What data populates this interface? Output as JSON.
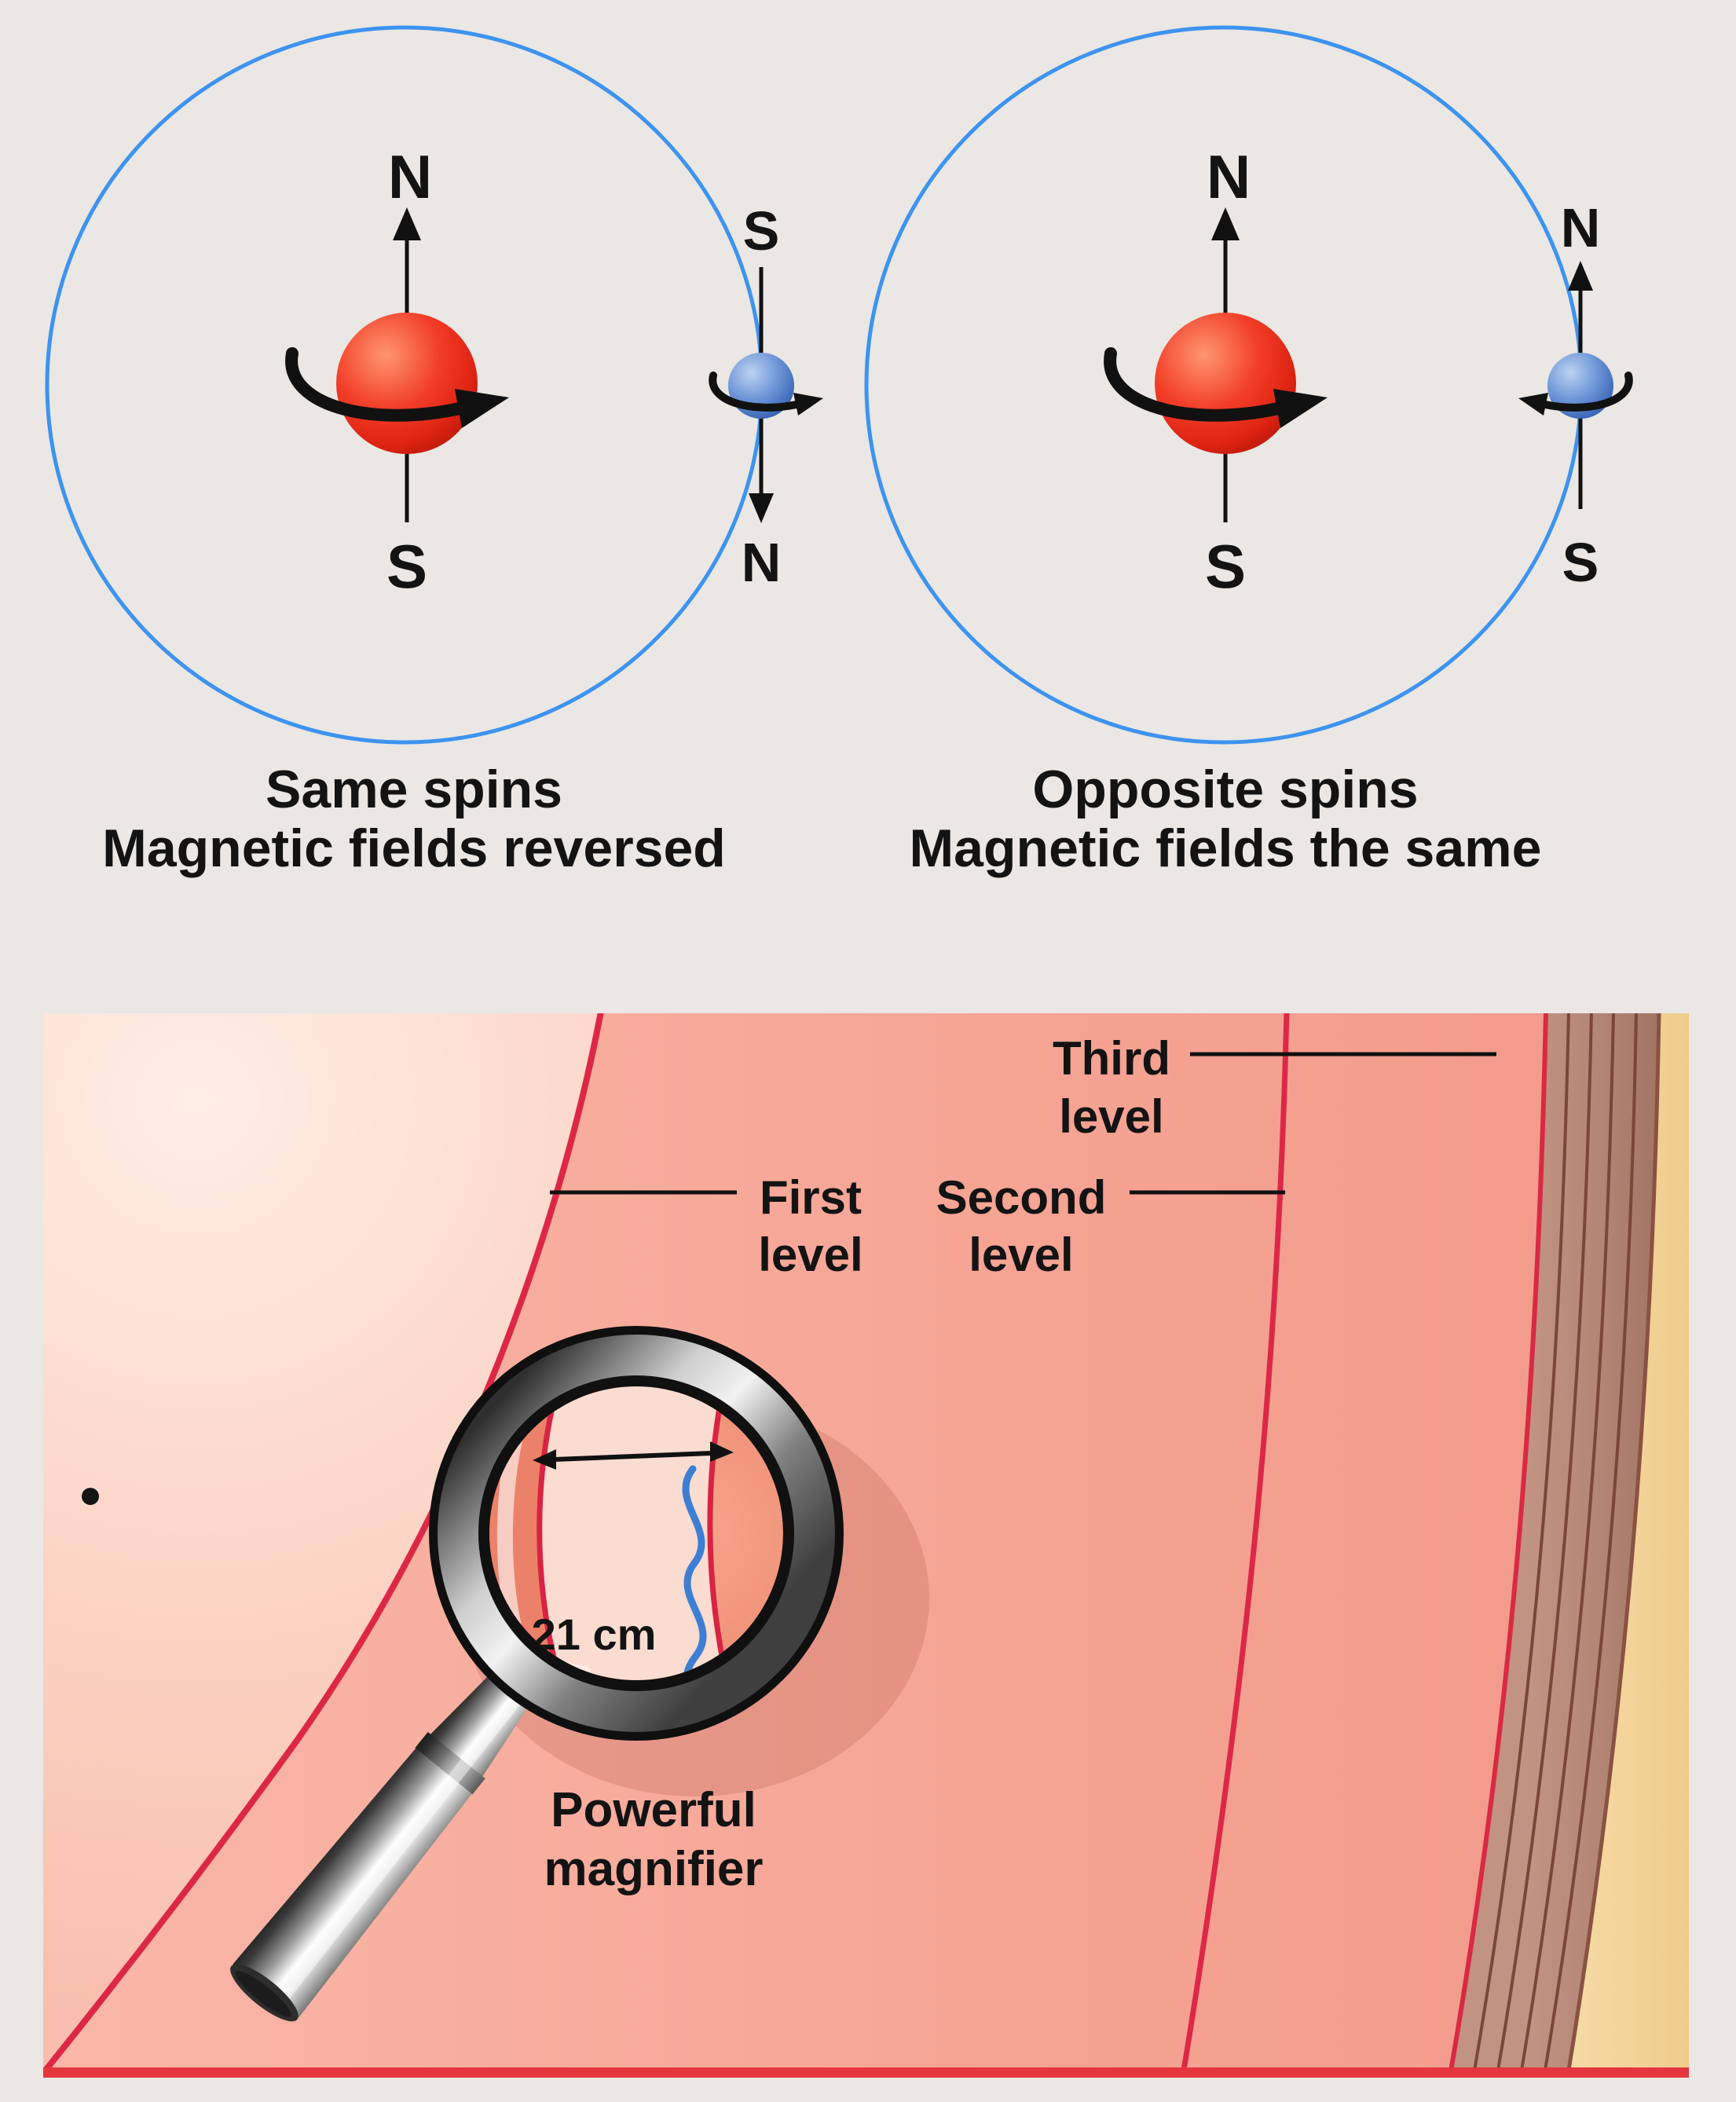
{
  "figure": {
    "atoms": {
      "left": {
        "proton_pole_top": "N",
        "proton_pole_bottom": "S",
        "electron_pole_top": "S",
        "electron_pole_bottom": "N",
        "caption_line1": "Same spins",
        "caption_line2": "Magnetic fields reversed"
      },
      "right": {
        "proton_pole_top": "N",
        "proton_pole_bottom": "S",
        "electron_pole_top": "N",
        "electron_pole_bottom": "S",
        "caption_line1": "Opposite spins",
        "caption_line2": "Magnetic fields the same"
      }
    },
    "levels": {
      "first_line1": "First",
      "first_line2": "level",
      "second_line1": "Second",
      "second_line2": "level",
      "third_line1": "Third",
      "third_line2": "level",
      "wavelength_label": "21 cm",
      "magnifier_line1": "Powerful",
      "magnifier_line2": "magnifier"
    },
    "colors": {
      "orbit_blue": "#3d93f0",
      "proton_red": "#e5291b",
      "electron_blue": "#4a72c4",
      "arc_red": "#d92342",
      "panel_pink": "#f7ab9c",
      "band_brown": "#b28575",
      "outer_yellow": "#f3d49c",
      "wave_blue": "#3d7fd4",
      "ink": "#111111"
    }
  }
}
